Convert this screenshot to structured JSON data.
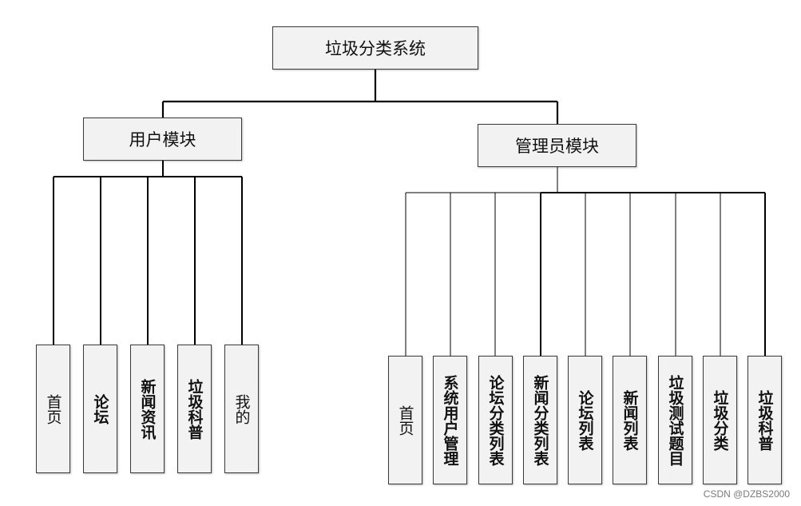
{
  "root": {
    "label": "垃圾分类系统"
  },
  "modules": [
    {
      "label": "用户模块",
      "items": [
        {
          "label": "首页",
          "bold": false
        },
        {
          "label": "论坛",
          "bold": true
        },
        {
          "label": "新闻资讯",
          "bold": true
        },
        {
          "label": "垃圾科普",
          "bold": true
        },
        {
          "label": "我的",
          "bold": false
        }
      ]
    },
    {
      "label": "管理员模块",
      "items": [
        {
          "label": "首页",
          "bold": false
        },
        {
          "label": "系统用户管理",
          "bold": true
        },
        {
          "label": "论坛分类列表",
          "bold": true
        },
        {
          "label": "新闻分类列表",
          "bold": true
        },
        {
          "label": "论坛列表",
          "bold": true
        },
        {
          "label": "新闻列表",
          "bold": true
        },
        {
          "label": "垃圾测试题目",
          "bold": true
        },
        {
          "label": "垃圾分类",
          "bold": true
        },
        {
          "label": "垃圾科普",
          "bold": true
        }
      ]
    }
  ],
  "watermark": "CSDN @DZBS2000",
  "colors": {
    "line": "#000000",
    "box_fill": "#f2f2f2",
    "box_border": "#3a3a3a"
  }
}
